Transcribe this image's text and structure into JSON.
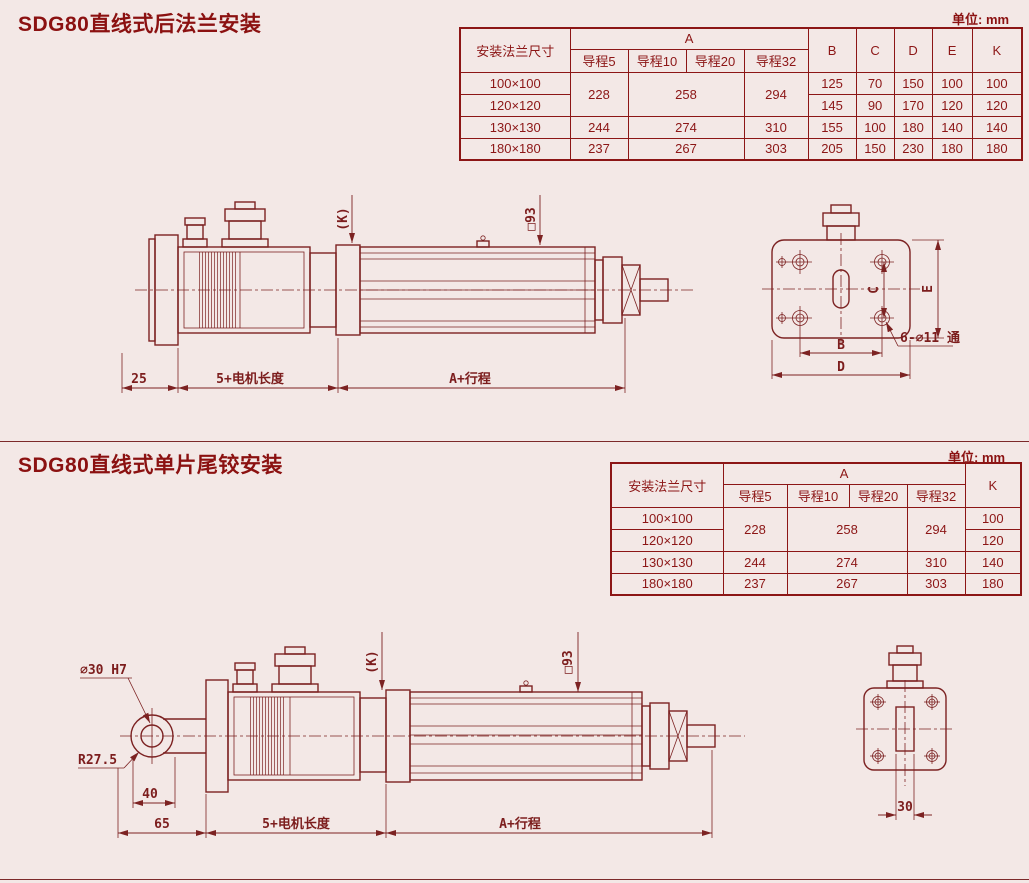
{
  "section1": {
    "title": "SDG80直线式后法兰安装",
    "unit": "单位: mm",
    "table": {
      "flange_header": "安装法兰尺寸",
      "a_header": "A",
      "lead_headers": [
        "导程5",
        "导程10",
        "导程20",
        "导程32"
      ],
      "dim_headers": [
        "B",
        "C",
        "D",
        "E",
        "K"
      ],
      "rows": [
        {
          "size": "100×100",
          "a5": "228",
          "a1020": "258",
          "a32": "294",
          "b": "125",
          "c": "70",
          "d": "150",
          "e": "100",
          "k": "100"
        },
        {
          "size": "120×120",
          "b": "145",
          "c": "90",
          "d": "170",
          "e": "120",
          "k": "120"
        },
        {
          "size": "130×130",
          "a5": "244",
          "a1020": "274",
          "a32": "310",
          "b": "155",
          "c": "100",
          "d": "180",
          "e": "140",
          "k": "140"
        },
        {
          "size": "180×180",
          "a5": "237",
          "a1020": "267",
          "a32": "303",
          "b": "205",
          "c": "150",
          "d": "230",
          "e": "180",
          "k": "180"
        }
      ]
    },
    "drawing": {
      "dim_25": "25",
      "dim_motor_len": "5+电机长度",
      "dim_stroke": "A+行程",
      "dim_k": "(K)",
      "dim_sq93": "□93",
      "dim_b": "B",
      "dim_c": "C",
      "dim_d": "D",
      "dim_e": "E",
      "holes_label": "6-∅11 通"
    }
  },
  "section2": {
    "title": "SDG80直线式单片尾铰安装",
    "unit": "单位: mm",
    "table": {
      "flange_header": "安装法兰尺寸",
      "a_header": "A",
      "lead_headers": [
        "导程5",
        "导程10",
        "导程20",
        "导程32"
      ],
      "k_header": "K",
      "rows": [
        {
          "size": "100×100",
          "a5": "228",
          "a1020": "258",
          "a32": "294",
          "k": "100"
        },
        {
          "size": "120×120",
          "k": "120"
        },
        {
          "size": "130×130",
          "a5": "244",
          "a1020": "274",
          "a32": "310",
          "k": "140"
        },
        {
          "size": "180×180",
          "a5": "237",
          "a1020": "267",
          "a32": "303",
          "k": "180"
        }
      ]
    },
    "drawing": {
      "dim_bore": "∅30 H7",
      "dim_radius": "R27.5",
      "dim_40": "40",
      "dim_65": "65",
      "dim_motor_len": "5+电机长度",
      "dim_stroke": "A+行程",
      "dim_k": "(K)",
      "dim_sq93": "□93",
      "dim_30": "30"
    }
  }
}
